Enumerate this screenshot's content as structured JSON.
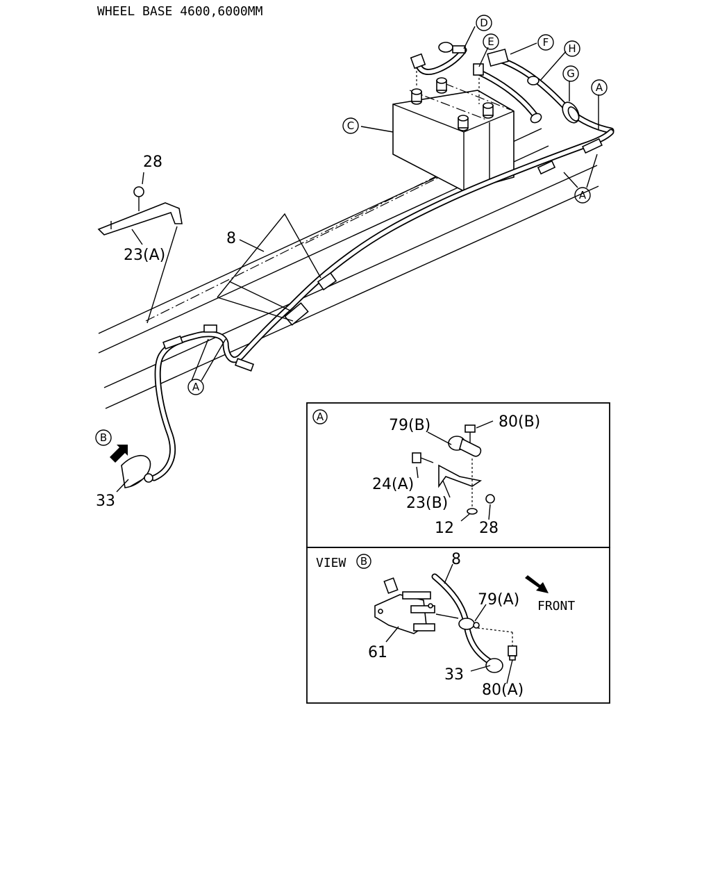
{
  "title": "WHEEL BASE 4600,6000MM",
  "callouts": {
    "A": "A",
    "B": "B",
    "C": "C",
    "D": "D",
    "E": "E",
    "F": "F",
    "G": "G",
    "H": "H"
  },
  "part_labels": {
    "p28_top": "28",
    "p23A": "23(A)",
    "p8_main": "8",
    "p33_main": "33",
    "p79B": "79(B)",
    "p80B": "80(B)",
    "p24A": "24(A)",
    "p23B": "23(B)",
    "p12": "12",
    "p28_detail": "28",
    "p8_view": "8",
    "p79A": "79(A)",
    "p61": "61",
    "p33_view": "33",
    "p80A": "80(A)"
  },
  "view_b": {
    "view_word": "VIEW",
    "front": "FRONT"
  }
}
